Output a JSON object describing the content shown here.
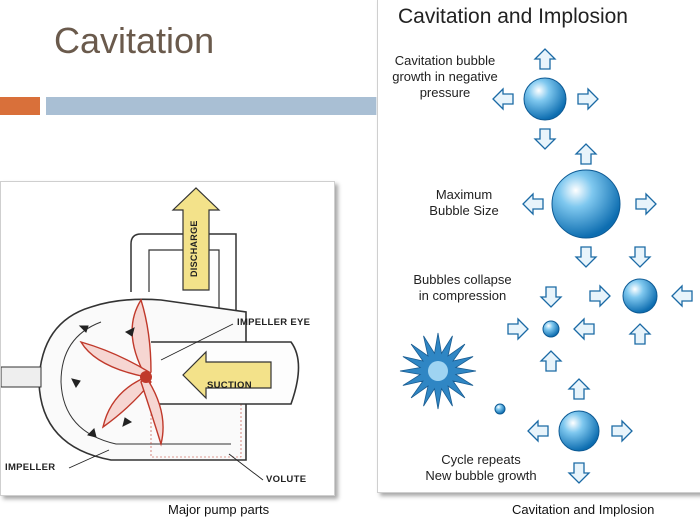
{
  "slide": {
    "title": "Cavitation"
  },
  "left_figure": {
    "caption": "Major pump parts",
    "labels": {
      "discharge": "DISCHARGE",
      "impeller_eye": "IMPELLER EYE",
      "suction": "SUCTION",
      "impeller": "IMPELLER",
      "volute": "VOLUTE"
    }
  },
  "right_figure": {
    "title": "Cavitation and Implosion",
    "caption": "Cavitation and Implosion",
    "stages": [
      {
        "label_line1": "Cavitation bubble",
        "label_line2": "growth in negative",
        "label_line3": "pressure"
      },
      {
        "label_line1": "Maximum",
        "label_line2": "Bubble Size"
      },
      {
        "label_line1": "Bubbles collapse",
        "label_line2": "in compression"
      },
      {
        "label_line1": "Cycle repeats",
        "label_line2": "New bubble growth"
      }
    ]
  },
  "colors": {
    "title": "#6a5a4c",
    "accent_orange": "#d9703a",
    "accent_blue": "#a9bfd4",
    "bubble": "#1e88d0",
    "impeller": "#c0392b",
    "discharge_arrow": "#f3e28a"
  }
}
